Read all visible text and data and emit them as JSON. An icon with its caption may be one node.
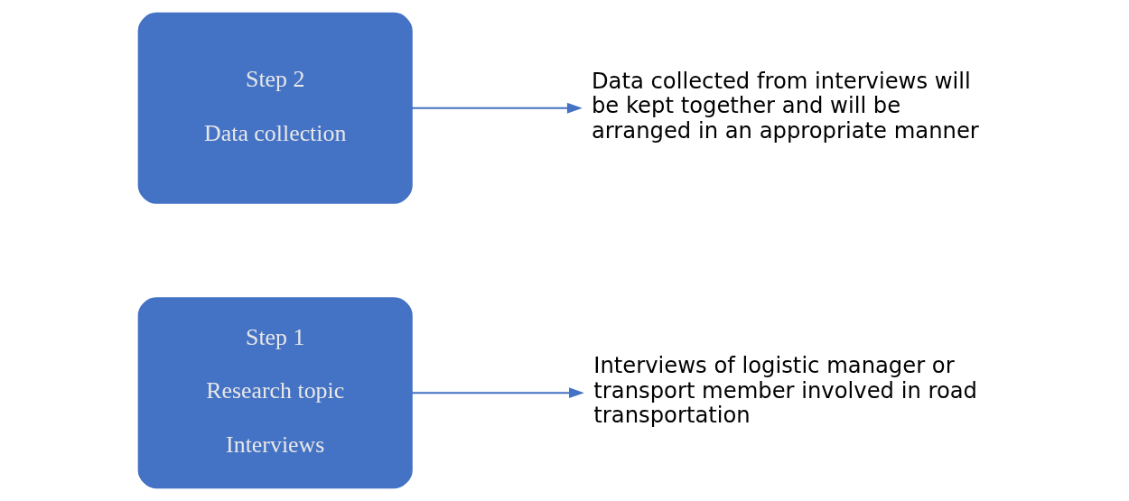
{
  "diagram": {
    "nodes": [
      {
        "text": [
          "Step 1",
          "Research topic",
          "Interviews"
        ]
      },
      {
        "text": [
          "Interviews of logistic manager or transport member involved in road transportation"
        ]
      },
      {
        "text": [
          "Step 2",
          "Data collection"
        ]
      },
      {
        "text": [
          "Data collected from interviews will be kept together and will be arranged in an appropriate manner"
        ]
      }
    ],
    "edges": [
      {
        "from": 0,
        "to": 1,
        "arrow": "to"
      },
      {
        "from": 2,
        "to": 3,
        "arrow": "to"
      }
    ]
  }
}
